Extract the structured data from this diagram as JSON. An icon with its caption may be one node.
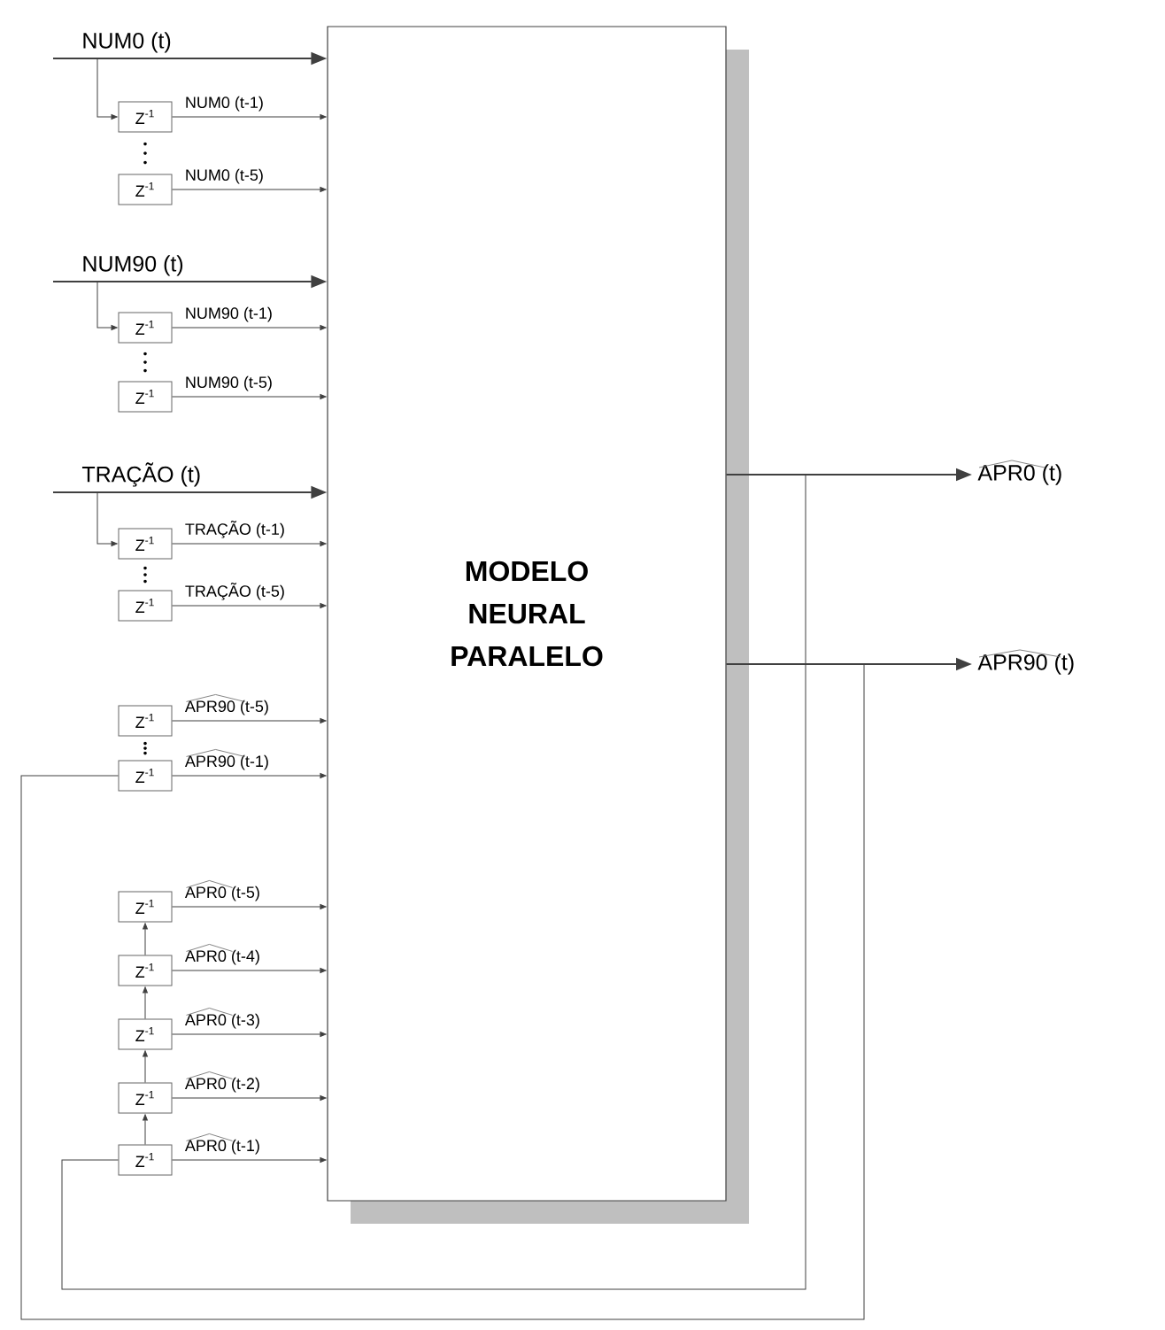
{
  "diagram": {
    "nodes": [
      {
        "text": [
          "MODELO NEURAL PARALELO"
        ]
      },
      {
        "text": [
          "Z$^{-1}$"
        ]
      },
      {
        "text": [
          "Z$^{-1}$"
        ]
      },
      {
        "text": [
          "Z$^{-1}$"
        ]
      },
      {
        "text": [
          "Z$^{-1}$"
        ]
      },
      {
        "text": [
          "Z$^{-1}$"
        ]
      },
      {
        "text": [
          "Z$^{-1}$"
        ]
      },
      {
        "text": [
          "Z$^{-1}$"
        ]
      },
      {
        "text": [
          "Z$^{-1}$"
        ]
      },
      {
        "text": [
          "Z$^{-1}$"
        ]
      },
      {
        "text": [
          "Z$^{-1}$"
        ]
      },
      {
        "text": [
          "Z$^{-1}$"
        ]
      },
      {
        "text": [
          "Z$^{-1}$"
        ]
      },
      {
        "text": [
          "Z$^{-1}$"
        ]
      },
      {
        "text": [
          "APR0 (t)"
        ]
      },
      {
        "text": [
          "APR90 (t)"
        ]
      }
    ],
    "edges": [
      {
        "from": null,
        "to": 0,
        "arrow": "to",
        "label": "NUM0 (t)"
      },
      {
        "from": null,
        "to": 1,
        "arrow": "to"
      },
      {
        "from": 1,
        "to": 0,
        "arrow": "to",
        "label": "NUM0 (t-1)"
      },
      {
        "from": 2,
        "to": 0,
        "arrow": "to",
        "label": "NUM0 (t-5)"
      },
      {
        "from": null,
        "to": 0,
        "arrow": "to",
        "label": "NUM90 (t)"
      },
      {
        "from": null,
        "to": 3,
        "arrow": "to"
      },
      {
        "from": 3,
        "to": 0,
        "arrow": "to",
        "label": "NUM90 (t-1)"
      },
      {
        "from": 4,
        "to": 0,
        "arrow": "to",
        "label": "NUM90 (t-5)"
      },
      {
        "from": null,
        "to": 0,
        "arrow": "to",
        "label": "TRAÇÃO (t)"
      },
      {
        "from": null,
        "to": 5,
        "arrow": "to"
      },
      {
        "from": 5,
        "to": 0,
        "arrow": "to",
        "label": "TRAÇÃO (t-1)"
      },
      {
        "from": 6,
        "to": 0,
        "arrow": "to",
        "label": "TRAÇÃO (t-5)"
      },
      {
        "from": 7,
        "to": 0,
        "arrow": "to",
        "label": "APR90 (t-5)"
      },
      {
        "from": 8,
        "to": 0,
        "arrow": "to",
        "label": "APR90 (t-1)"
      },
      {
        "from": 9,
        "to": 0,
        "arrow": "to",
        "label": "APR0 (t-5)"
      },
      {
        "from": 10,
        "to": 0,
        "arrow": "to",
        "label": "APR0 (t-4)"
      },
      {
        "from": 11,
        "to": 0,
        "arrow": "to",
        "label": "APR0 (t-3)"
      },
      {
        "from": 12,
        "to": 0,
        "arrow": "to",
        "label": "APR0 (t-2)"
      },
      {
        "from": 13,
        "to": 0,
        "arrow": "to",
        "label": "APR0 (t-1)"
      },
      {
        "from": 13,
        "to": 12,
        "arrow": "to"
      },
      {
        "from": 12,
        "to": 11,
        "arrow": "to"
      },
      {
        "from": 11,
        "to": 10,
        "arrow": "to"
      },
      {
        "from": 10,
        "to": 9,
        "arrow": "to"
      },
      {
        "from": 0,
        "to": 14,
        "arrow": "to"
      },
      {
        "from": 0,
        "to": 15,
        "arrow": "to"
      },
      {
        "from": 0,
        "to": 13,
        "arrow": "none"
      },
      {
        "from": 0,
        "to": 8,
        "arrow": "none"
      }
    ]
  }
}
